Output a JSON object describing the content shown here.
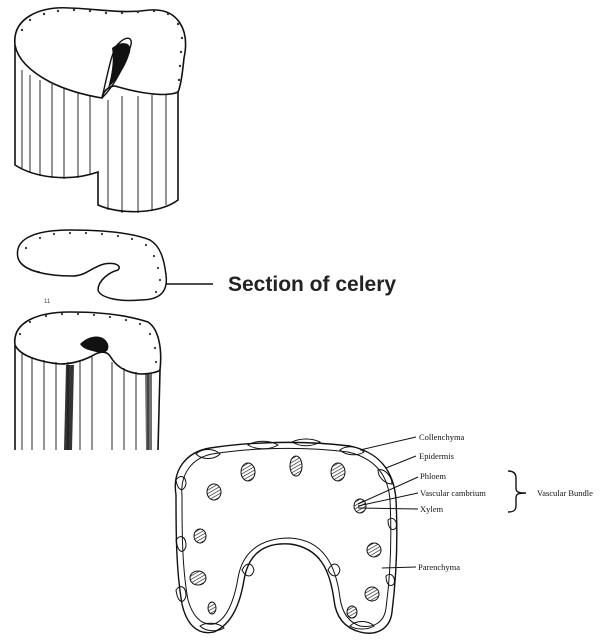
{
  "diagram": {
    "section_label": "Section of celery",
    "small_mark": "11",
    "labels": {
      "collenchyma": "Collenchyma",
      "epidermis": "Epidermis",
      "phloem": "Phloem",
      "vascular_cambrium": "Vascular cambrium",
      "xylem": "Xylem",
      "vascular_bundle": "Vascular Bundle",
      "parenchyma": "Parenchyma"
    }
  }
}
